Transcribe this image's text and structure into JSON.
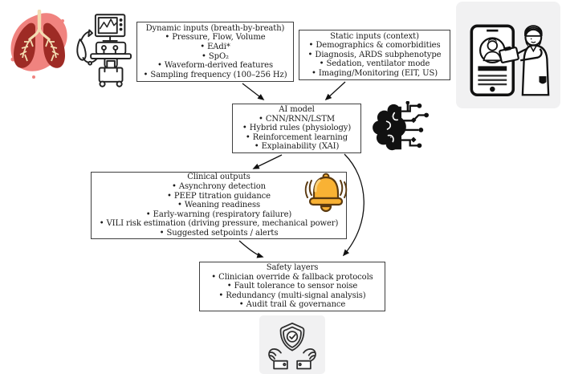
{
  "figure": {
    "type": "flow-diagram",
    "boxes": {
      "dynamic_inputs": {
        "title": "Dynamic inputs (breath-by-breath)",
        "items": [
          "• Pressure, Flow, Volume",
          "• EAdi*",
          "• SpO₂",
          "• Waveform-derived features",
          "• Sampling frequency (100–256 Hz)"
        ]
      },
      "static_inputs": {
        "title": "Static inputs (context)",
        "items": [
          "• Demographics & comorbidities",
          "• Diagnosis, ARDS subphenotype",
          "• Sedation, ventilator mode",
          "• Imaging/Monitoring (EIT, US)"
        ]
      },
      "ai_model": {
        "title": "AI model",
        "items": [
          "• CNN/RNN/LSTM",
          "• Hybrid rules (physiology)",
          "• Reinforcement learning",
          "• Explainability (XAI)"
        ]
      },
      "clinical_outputs": {
        "title": "Clinical outputs",
        "items": [
          "• Asynchrony detection",
          "• PEEP titration guidance",
          "• Weaning readiness",
          "• Early-warning (respiratory failure)",
          "• VILI risk estimation (driving pressure, mechanical power)",
          "• Suggested setpoints / alerts"
        ]
      },
      "safety_layers": {
        "title": "Safety layers",
        "items": [
          "• Clinician override & fallback protocols",
          "• Fault tolerance to sensor noise",
          "• Redundancy (multi-signal analysis)",
          "• Audit trail & governance"
        ]
      }
    },
    "icons": {
      "lungs": "lungs-illustration",
      "ventilator": "ventilator-machine-icon",
      "telemedicine": "clinician-with-phone-illustration",
      "ai_brain": "brain-circuit-icon",
      "alert_bell": "alert-bell-icon",
      "safety_shield": "hands-holding-shield-icon"
    },
    "colors": {
      "box_border": "#3f3f3f",
      "text": "#1a1a1a",
      "panel_gray": "#f1f1f2",
      "bell_gold": "#f9b234",
      "bell_shadow": "#e8922e",
      "lung_red": "#9e2b25",
      "lung_pink": "#f0837f",
      "bronchi_cream": "#f3dcb2",
      "arrow": "#111111"
    }
  }
}
